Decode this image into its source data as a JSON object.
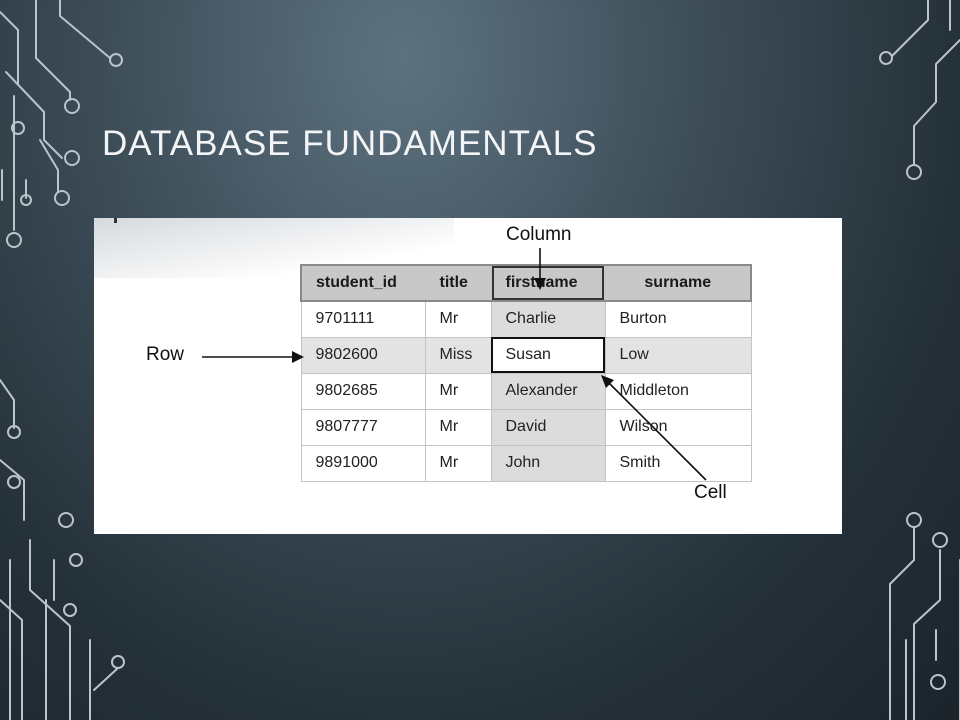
{
  "slide": {
    "title": "DATABASE FUNDAMENTALS"
  },
  "figure": {
    "annotations": {
      "column": "Column",
      "row": "Row",
      "cell": "Cell"
    },
    "table": {
      "headers": [
        "student_id",
        "title",
        "firstname",
        "surname"
      ],
      "rows": [
        [
          "9701111",
          "Mr",
          "Charlie",
          "Burton"
        ],
        [
          "9802600",
          "Miss",
          "Susan",
          "Low"
        ],
        [
          "9802685",
          "Mr",
          "Alexander",
          "Middleton"
        ],
        [
          "9807777",
          "Mr",
          "David",
          "Wilson"
        ],
        [
          "9891000",
          "Mr",
          "John",
          "Smith"
        ]
      ],
      "highlighted_row_index": 1,
      "highlighted_column": "firstname"
    }
  },
  "colors": {
    "background": "#2f3d47",
    "text": "#f2f4f5",
    "circuit": "#b9c4cb"
  }
}
